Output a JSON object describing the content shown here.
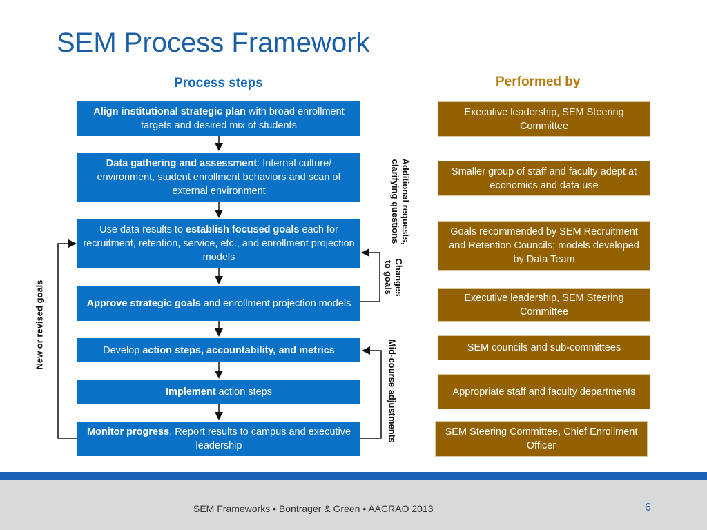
{
  "title": "SEM Process Framework",
  "headers": {
    "left": "Process steps",
    "right": "Performed by"
  },
  "steps": [
    {
      "bold": "Align institutional strategic plan",
      "rest": " with broad enrollment targets  and desired mix of students"
    },
    {
      "bold": "Data gathering and assessment",
      "rest": ": Internal culture/ environment, student enrollment behaviors and scan of external environment"
    },
    {
      "pre": "Use data results to ",
      "bold": "establish focused goals",
      "rest": " each for recruitment, retention, service, etc., and enrollment projection models"
    },
    {
      "bold": "Approve strategic goals",
      "rest": " and enrollment projection models"
    },
    {
      "pre": "Develop ",
      "bold": "action steps, accountability, and metrics",
      "rest": ""
    },
    {
      "bold": "Implement",
      "rest": " action steps"
    },
    {
      "bold": "Monitor progress",
      "rest": ", Report results to campus and executive leadership"
    }
  ],
  "performers": [
    "Executive leadership, SEM Steering Committee",
    "Smaller group of staff and faculty adept at economics and data use",
    "Goals recommended by SEM Recruitment and Retention Councils; models developed by Data Team",
    "Executive leadership, SEM Steering Committee",
    "SEM councils and sub-committees",
    "Appropriate staff and faculty departments",
    "SEM Steering Committee, Chief Enrollment Officer"
  ],
  "side_labels": {
    "left_loop": "New or revised goals",
    "additional_line1": "Additional requests,",
    "additional_line2": "clarifying questions",
    "changes_line1": "Changes",
    "changes_line2": "to goals",
    "midcourse": "Mid-course adjustments"
  },
  "footer": "SEM Frameworks  •  Bontrager & Green   •  AACRAO 2013",
  "page_number": "6",
  "colors": {
    "step_blue": "#0a72c6",
    "performer_brown": "#946100",
    "title_blue": "#1a5ea8",
    "header_gold": "#b47b0e"
  }
}
